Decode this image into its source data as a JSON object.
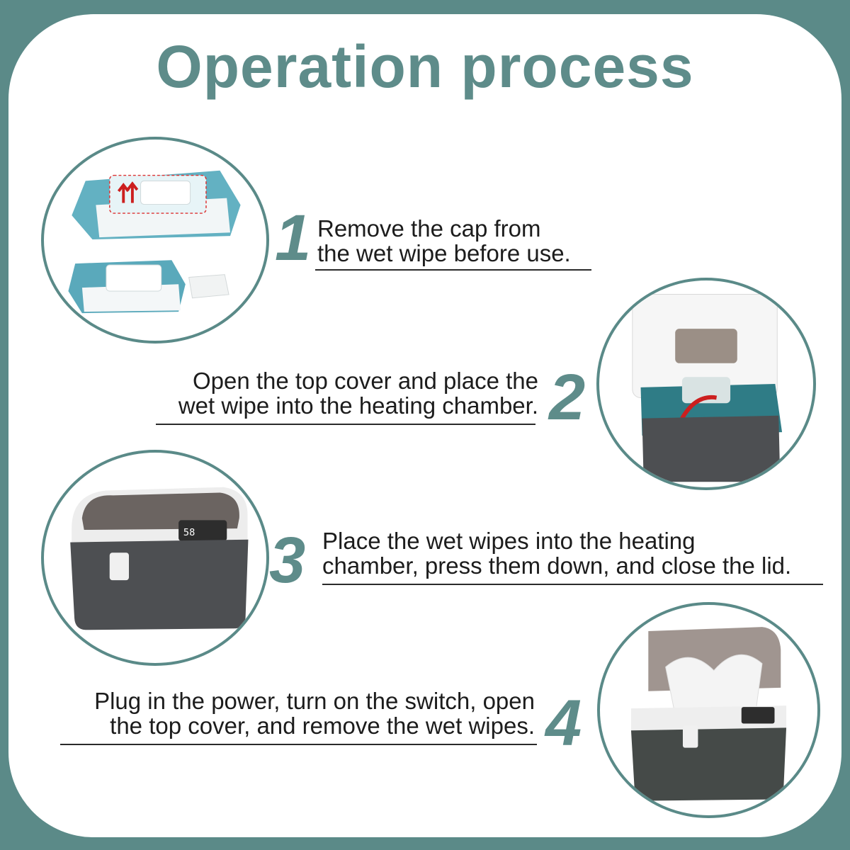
{
  "title": "Operation process",
  "steps": [
    {
      "number": "1",
      "lines": [
        "Remove the cap from",
        "the wet wipe before use."
      ],
      "image": "wet-wipe-pack-cap-removal"
    },
    {
      "number": "2",
      "lines": [
        "Open the top cover and place the",
        "wet wipe into the heating chamber."
      ],
      "image": "open-warmer-with-wipes"
    },
    {
      "number": "3",
      "lines": [
        "Place the wet wipes into the heating",
        "chamber, press them down, and close the lid."
      ],
      "image": "closed-warmer"
    },
    {
      "number": "4",
      "lines": [
        "Plug in the power, turn on the switch, open",
        "the top cover, and remove the wet wipes."
      ],
      "image": "warmer-dispensing-wipe"
    }
  ],
  "colors": {
    "accent": "#5e8c8a",
    "frame": "#5b8a88",
    "warmer_body": "#4d4f52",
    "pack_teal": "#4f9fb0"
  }
}
